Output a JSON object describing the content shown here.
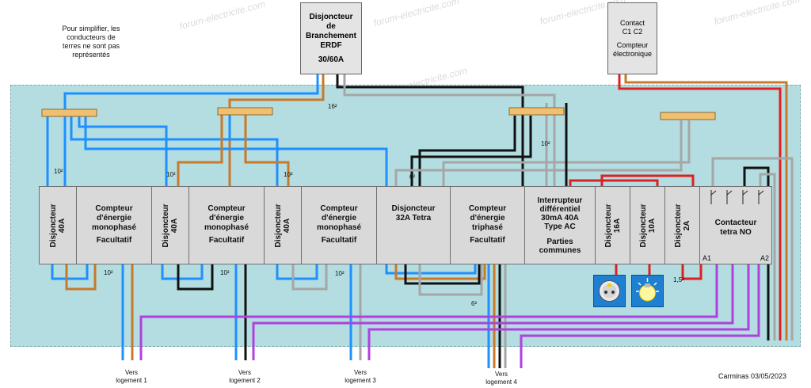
{
  "note": [
    "Pour simplifier, les",
    "conducteurs de",
    "terres ne sont pas",
    "représentés"
  ],
  "branchement": {
    "l1": "Disjoncteur",
    "l2": "de",
    "l3": "Branchement",
    "l4": "ERDF",
    "l5": "30/60A"
  },
  "contact": {
    "l1": "Contact",
    "l2": "C1 C2",
    "l3": "Compteur",
    "l4": "électronique"
  },
  "modules": {
    "d1": {
      "l1": "Disjoncteur",
      "l2": "40A"
    },
    "c1": {
      "l1": "Compteur",
      "l2": "d'énergie",
      "l3": "monophasé",
      "l4": "Facultatif"
    },
    "d2": {
      "l1": "Disjoncteur",
      "l2": "40A"
    },
    "c2": {
      "l1": "Compteur",
      "l2": "d'énergie",
      "l3": "monophasé",
      "l4": "Facultatif"
    },
    "d3": {
      "l1": "Disjoncteur",
      "l2": "40A"
    },
    "c3": {
      "l1": "Compteur",
      "l2": "d'énergie",
      "l3": "monophasé",
      "l4": "Facultatif"
    },
    "d4": {
      "l1": "Disjoncteur",
      "l2": "32A Tetra"
    },
    "c4": {
      "l1": "Compteur",
      "l2": "d'énergie",
      "l3": "triphasé",
      "l4": "Facultatif"
    },
    "ir": {
      "l1": "Interrupteur",
      "l2": "différentiel",
      "l3": "30mA 40A",
      "l4": "Type AC",
      "l5": "Parties",
      "l6": "communes"
    },
    "d5": {
      "l1": "Disjoncteur",
      "l2": "16A"
    },
    "d6": {
      "l1": "Disjoncteur",
      "l2": "10A"
    },
    "d7": {
      "l1": "Disjoncteur",
      "l2": "2A"
    },
    "ct": {
      "l1": "Contacteur",
      "l2": "tetra NO",
      "a1": "A1",
      "a2": "A2"
    }
  },
  "sections": {
    "s16": "16²",
    "s10a": "10²",
    "s10b": "10²",
    "s10c": "10²",
    "s10d": "10²",
    "s6a": "6²",
    "s10e": "10²",
    "s10f": "10²",
    "s10g": "10²",
    "s6b": "6²",
    "s15": "1,5²"
  },
  "logements": [
    {
      "l1": "Vers",
      "l2": "logement 1"
    },
    {
      "l1": "Vers",
      "l2": "logement 2"
    },
    {
      "l1": "Vers",
      "l2": "logement 3"
    },
    {
      "l1": "Vers",
      "l2": "logement 4"
    }
  ],
  "signature": "Carminas 03/05/2023",
  "watermark": "forum-electricite.com",
  "icons": {
    "socket": "socket-icon",
    "lamp": "lamp-icon"
  },
  "colors": {
    "panel": "#b3dde0",
    "blue": "#1e90ff",
    "brown": "#c8792a",
    "black": "#111111",
    "grey": "#a6a6a6",
    "red": "#e02020",
    "purple": "#b040e0",
    "busbar": "#f0c070"
  }
}
